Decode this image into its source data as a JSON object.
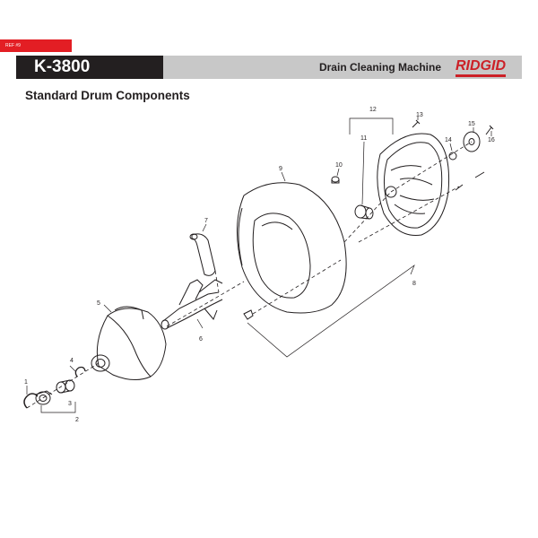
{
  "header": {
    "ref_tag": "REF #9",
    "model": "K-3800",
    "machine_name": "Drain Cleaning Machine",
    "brand": "RIDGID"
  },
  "section_title": "Standard Drum Components",
  "callouts": [
    "1",
    "2",
    "3",
    "4",
    "5",
    "6",
    "7",
    "8",
    "9",
    "10",
    "11",
    "12",
    "13",
    "14",
    "15",
    "16"
  ],
  "colors": {
    "accent_red": "#e31e24",
    "header_dark": "#231f20",
    "header_grey": "#c8c8c8",
    "brand_red": "#cc2027"
  }
}
